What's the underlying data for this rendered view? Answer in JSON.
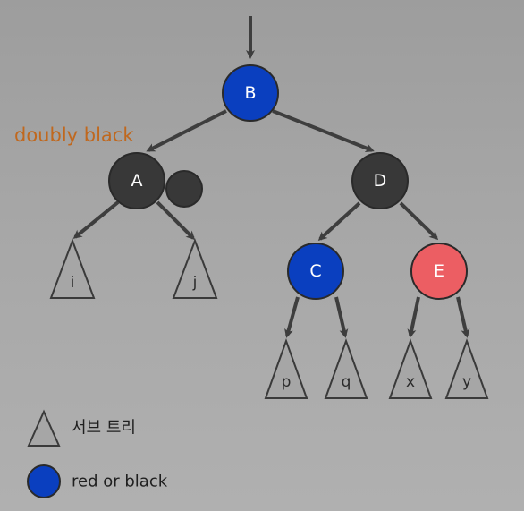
{
  "annotation": {
    "text": "doubly black",
    "color": "#c0681e"
  },
  "colors": {
    "black_node": "#383838",
    "blue_node": "#0a3fbf",
    "red_node": "#ec5e63",
    "edge": "#3e3e3e",
    "triangle_fill": "#a6a6a6"
  },
  "nodes": {
    "B": {
      "label": "B",
      "color": "blue"
    },
    "A": {
      "label": "A",
      "color": "black"
    },
    "D": {
      "label": "D",
      "color": "black"
    },
    "C": {
      "label": "C",
      "color": "blue"
    },
    "E": {
      "label": "E",
      "color": "red"
    },
    "extra_black": {
      "label": "",
      "color": "black"
    }
  },
  "subtrees": {
    "i": {
      "label": "i"
    },
    "j": {
      "label": "j"
    },
    "p": {
      "label": "p"
    },
    "q": {
      "label": "q"
    },
    "x": {
      "label": "x"
    },
    "y": {
      "label": "y"
    }
  },
  "legend": {
    "subtree_label": "서브 트리",
    "red_or_black_label": "red or black"
  }
}
